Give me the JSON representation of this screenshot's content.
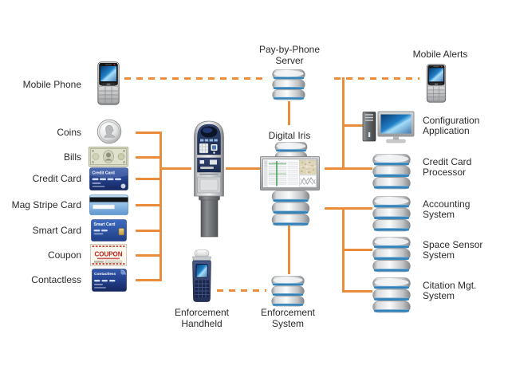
{
  "diagram": {
    "type": "system-architecture",
    "subject": "parking pay station ecosystem"
  },
  "colors": {
    "background": "#FFFFFF",
    "connector": "#EA8C3A",
    "database_stripe": "#3D8DC3",
    "label_text": "#2B2B2B"
  },
  "payment_inputs": {
    "mobile_phone": "Mobile Phone",
    "coins": "Coins",
    "bills": "Bills",
    "credit_card": "Credit Card",
    "mag_stripe_card": "Mag Stripe Card",
    "smart_card": "Smart Card",
    "coupon": "Coupon",
    "contactless": "Contactless"
  },
  "center": {
    "pay_by_phone_server": "Pay-by-Phone Server",
    "digital_iris": "Digital Iris",
    "enforcement_handheld": "Enforcement Handheld",
    "enforcement_system": "Enforcement System"
  },
  "right": {
    "mobile_alerts": "Mobile Alerts",
    "configuration_application": "Configuration Application",
    "credit_card_processor": "Credit Card Processor",
    "accounting_system": "Accounting System",
    "space_sensor_system": "Space Sensor System",
    "citation_mgt_system": "Citation Mgt. System"
  },
  "card_art": {
    "credit_card_title": "Credit Card",
    "smart_card_title": "Smart Card",
    "coupon_title": "COUPON",
    "contactless_title": "Contactless"
  },
  "icons": {
    "mobile_phone": "mobile-phone-icon",
    "coin": "coin-icon",
    "bill": "dollar-bill-icon",
    "credit_card": "credit-card-icon",
    "mag_stripe_card": "mag-stripe-card-icon",
    "smart_card": "smart-card-icon",
    "coupon": "coupon-icon",
    "contactless_card": "contactless-card-icon",
    "pay_station": "pay-station-kiosk-icon",
    "database": "database-server-icon",
    "dashboard": "dashboard-monitor-icon",
    "workstation": "desktop-computer-icon",
    "handheld": "enforcement-handheld-icon"
  },
  "connections": [
    {
      "from": "Mobile Phone",
      "to": "Pay-by-Phone Server",
      "style": "dashed"
    },
    {
      "from": "Pay-by-Phone Server",
      "to": "Digital Iris",
      "style": "solid"
    },
    {
      "from": "Coins",
      "to": "Pay Station",
      "style": "solid"
    },
    {
      "from": "Bills",
      "to": "Pay Station",
      "style": "solid"
    },
    {
      "from": "Credit Card",
      "to": "Pay Station",
      "style": "solid"
    },
    {
      "from": "Mag Stripe Card",
      "to": "Pay Station",
      "style": "solid"
    },
    {
      "from": "Smart Card",
      "to": "Pay Station",
      "style": "solid"
    },
    {
      "from": "Coupon",
      "to": "Pay Station",
      "style": "solid"
    },
    {
      "from": "Contactless",
      "to": "Pay Station",
      "style": "solid"
    },
    {
      "from": "Pay Station",
      "to": "Digital Iris",
      "style": "solid"
    },
    {
      "from": "Digital Iris",
      "to": "Mobile Alerts",
      "style": "dashed"
    },
    {
      "from": "Digital Iris",
      "to": "Configuration Application",
      "style": "solid"
    },
    {
      "from": "Digital Iris",
      "to": "Credit Card Processor",
      "style": "solid"
    },
    {
      "from": "Digital Iris",
      "to": "Accounting System",
      "style": "solid"
    },
    {
      "from": "Digital Iris",
      "to": "Space Sensor System",
      "style": "solid"
    },
    {
      "from": "Digital Iris",
      "to": "Citation Mgt. System",
      "style": "solid"
    },
    {
      "from": "Digital Iris",
      "to": "Enforcement System",
      "style": "solid"
    },
    {
      "from": "Enforcement Handheld",
      "to": "Enforcement System",
      "style": "dashed"
    }
  ]
}
